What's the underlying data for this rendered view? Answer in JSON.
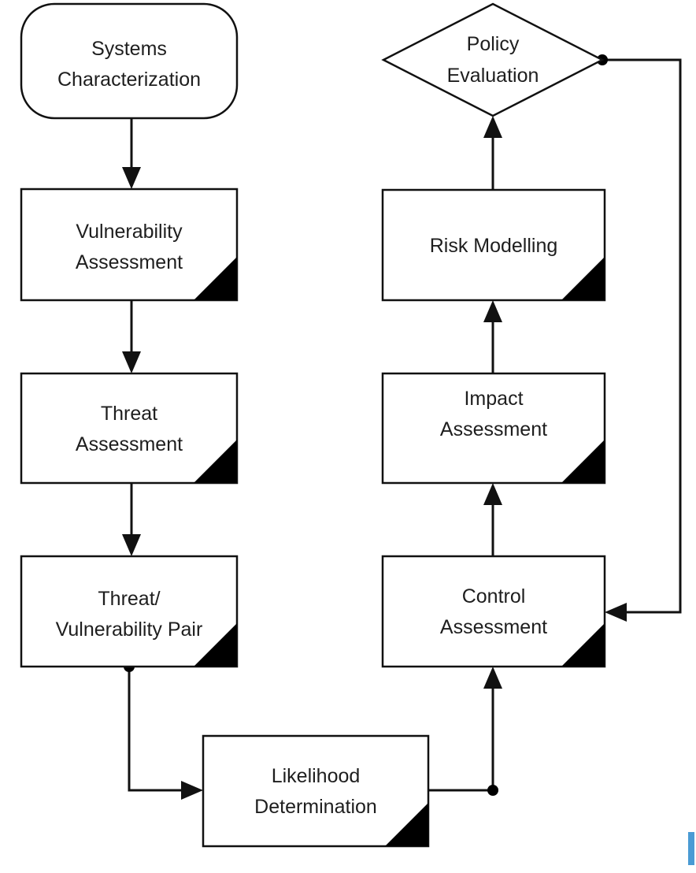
{
  "nodes": {
    "systems_characterization": {
      "lines": [
        "Systems",
        "Characterization"
      ]
    },
    "vulnerability_assessment": {
      "lines": [
        "Vulnerability",
        "Assessment"
      ]
    },
    "threat_assessment": {
      "lines": [
        "Threat",
        "Assessment"
      ]
    },
    "threat_vulnerability_pair": {
      "lines": [
        "Threat/",
        "Vulnerability Pair"
      ]
    },
    "likelihood_determination": {
      "lines": [
        "Likelihood",
        "Determination"
      ]
    },
    "control_assessment": {
      "lines": [
        "Control",
        "Assessment"
      ]
    },
    "impact_assessment": {
      "lines": [
        "Impact",
        "Assessment"
      ]
    },
    "risk_modelling": {
      "lines": [
        "Risk Modelling"
      ]
    },
    "policy_evaluation": {
      "lines": [
        "Policy",
        "Evaluation"
      ]
    }
  },
  "colors": {
    "stroke": "#111111",
    "fill": "#ffffff",
    "text": "#1e1e1e",
    "corner_mark": "#000000",
    "edge_accent": "#4a9bd4"
  }
}
